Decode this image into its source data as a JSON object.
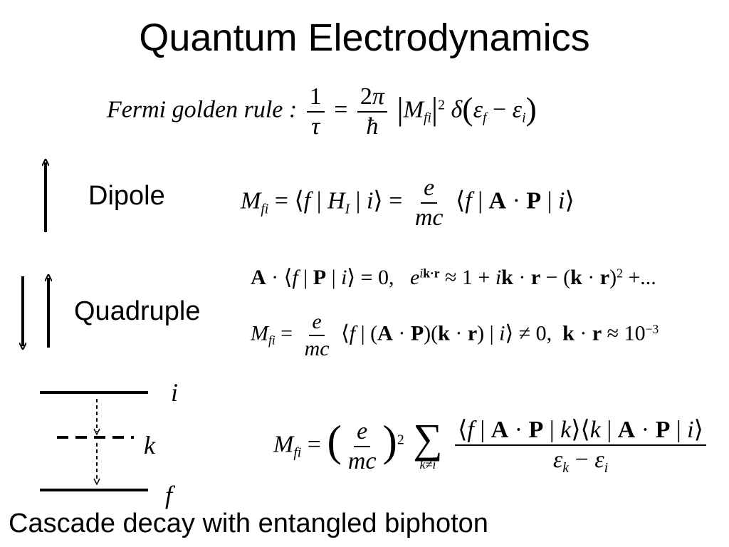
{
  "title": "Quantum Electrodynamics",
  "fermi": {
    "prefix": "Fermi  golden rule :"
  },
  "labels": {
    "dipole": "Dipole",
    "quadruple": "Quadruple",
    "caption": "Cascade decay with entangled biphoton"
  },
  "levels": {
    "upper": "i",
    "middle": "k",
    "lower": "f"
  },
  "values": {
    "small_order": "10",
    "small_exponent": "−3",
    "series_tail": "+..."
  }
}
